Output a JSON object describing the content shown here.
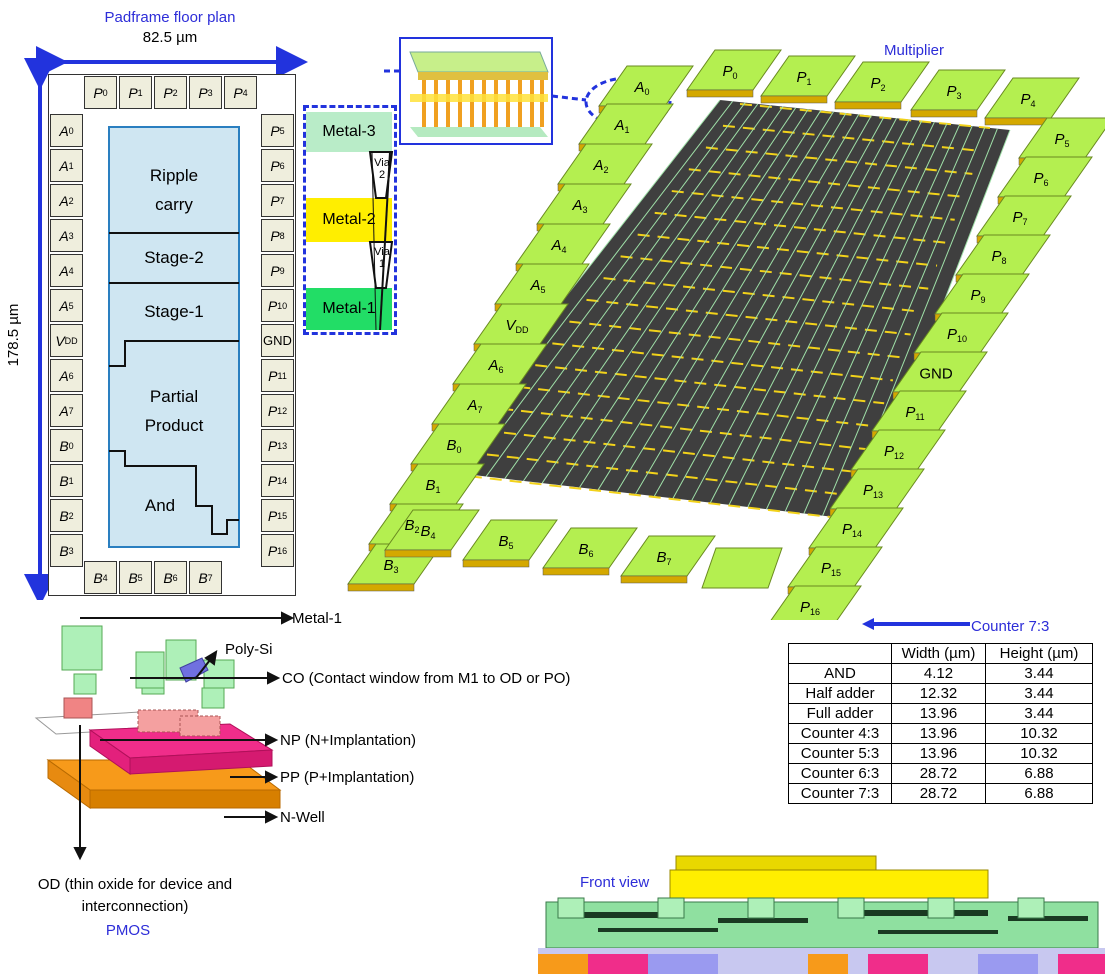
{
  "floorplan": {
    "title": "Padframe floor plan",
    "width_dim": "82.5 µm",
    "height_dim": "178.5 µm",
    "top_pads": [
      {
        "base": "P",
        "sub": "0"
      },
      {
        "base": "P",
        "sub": "1"
      },
      {
        "base": "P",
        "sub": "2"
      },
      {
        "base": "P",
        "sub": "3"
      },
      {
        "base": "P",
        "sub": "4"
      }
    ],
    "left_pads": [
      {
        "base": "A",
        "sub": "0"
      },
      {
        "base": "A",
        "sub": "1"
      },
      {
        "base": "A",
        "sub": "2"
      },
      {
        "base": "A",
        "sub": "3"
      },
      {
        "base": "A",
        "sub": "4"
      },
      {
        "base": "A",
        "sub": "5"
      },
      {
        "base": "V",
        "sub": "DD"
      },
      {
        "base": "A",
        "sub": "6"
      },
      {
        "base": "A",
        "sub": "7"
      },
      {
        "base": "B",
        "sub": "0"
      },
      {
        "base": "B",
        "sub": "1"
      },
      {
        "base": "B",
        "sub": "2"
      },
      {
        "base": "B",
        "sub": "3"
      }
    ],
    "right_pads": [
      {
        "base": "P",
        "sub": "5"
      },
      {
        "base": "P",
        "sub": "6"
      },
      {
        "base": "P",
        "sub": "7"
      },
      {
        "base": "P",
        "sub": "8"
      },
      {
        "base": "P",
        "sub": "9"
      },
      {
        "base": "P",
        "sub": "10"
      },
      {
        "base": "GND",
        "sub": ""
      },
      {
        "base": "P",
        "sub": "11"
      },
      {
        "base": "P",
        "sub": "12"
      },
      {
        "base": "P",
        "sub": "13"
      },
      {
        "base": "P",
        "sub": "14"
      },
      {
        "base": "P",
        "sub": "15"
      },
      {
        "base": "P",
        "sub": "16"
      }
    ],
    "bottom_pads": [
      {
        "base": "B",
        "sub": "4"
      },
      {
        "base": "B",
        "sub": "5"
      },
      {
        "base": "B",
        "sub": "6"
      },
      {
        "base": "B",
        "sub": "7"
      }
    ],
    "regions": {
      "ripple_line1": "Ripple",
      "ripple_line2": "carry",
      "stage2": "Stage-2",
      "stage1": "Stage-1",
      "partial_line1": "Partial",
      "partial_line2": "Product",
      "and": "And"
    }
  },
  "metal_stack": {
    "metal3": "Metal-3",
    "metal2": "Metal-2",
    "metal1": "Metal-1",
    "via2_line1": "Via",
    "via2_line2": "2",
    "via1_line1": "Via",
    "via1_line2": "1",
    "colors": {
      "metal3": "#b9ecc8",
      "metal2": "#ffee00",
      "metal1": "#22dd66",
      "pad": "#b4ef50"
    }
  },
  "multiplier": {
    "title": "Multiplier",
    "pads_top": [
      "A0",
      "P0",
      "P1",
      "P2",
      "P3",
      "P4"
    ],
    "pads_left": [
      "A1",
      "A2",
      "A3",
      "A4",
      "A5",
      "VDD",
      "A6",
      "A7",
      "B0",
      "B1",
      "B2",
      "B3"
    ],
    "pads_bottom": [
      "B4",
      "B5",
      "B6",
      "B7"
    ],
    "pads_right": [
      "P5",
      "P6",
      "P7",
      "P8",
      "P9",
      "P10",
      "GND",
      "P11",
      "P12",
      "P13",
      "P14",
      "P15",
      "P16"
    ]
  },
  "pmos": {
    "metal1": "Metal-1",
    "poly": "Poly-Si",
    "co": "CO (Contact window from M1 to OD or PO)",
    "np": "NP (N+Implantation)",
    "pp": "PP (P+Implantation)",
    "nwell": "N-Well",
    "od_line1": "OD (thin oxide for device and",
    "od_line2": "interconnection)",
    "caption": "PMOS"
  },
  "counter_label": "Counter 7:3",
  "table": {
    "headers": [
      "",
      "Width (µm)",
      "Height (µm)"
    ],
    "rows": [
      {
        "name": "AND",
        "width": "4.12",
        "height": "3.44"
      },
      {
        "name": "Half adder",
        "width": "12.32",
        "height": "3.44"
      },
      {
        "name": "Full adder",
        "width": "13.96",
        "height": "3.44"
      },
      {
        "name": "Counter 4:3",
        "width": "13.96",
        "height": "10.32"
      },
      {
        "name": "Counter 5:3",
        "width": "13.96",
        "height": "10.32"
      },
      {
        "name": "Counter 6:3",
        "width": "28.72",
        "height": "6.88"
      },
      {
        "name": "Counter 7:3",
        "width": "28.72",
        "height": "6.88"
      }
    ]
  },
  "front_view": "Front view"
}
